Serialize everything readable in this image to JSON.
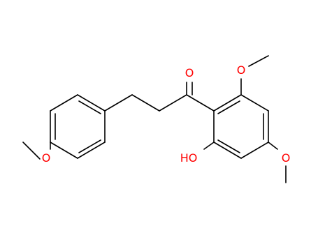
{
  "colors": {
    "background": "#ffffff",
    "bond": "#000000",
    "oxygen": "#ff0000",
    "carbon_label": "#000000"
  },
  "labels": {
    "carbonyl_o": "O",
    "methoxy_top_o": "O",
    "hydroxyl_ho": "HO",
    "methoxy_bottom_o": "O",
    "methoxy_left_o": "O"
  }
}
